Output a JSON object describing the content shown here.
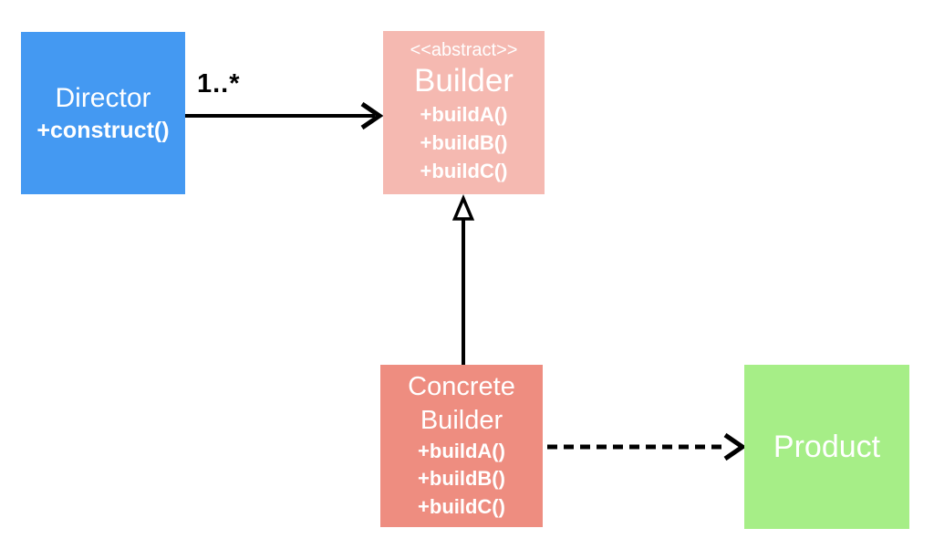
{
  "diagram": {
    "colors": {
      "director": "#4499f2",
      "builder": "#f5b9b1",
      "concrete_builder": "#ee8d80",
      "product": "#a6ee87",
      "text": "#ffffff",
      "line": "#000000"
    },
    "nodes": {
      "director": {
        "name": "Director",
        "methods": [
          "+construct()"
        ]
      },
      "builder": {
        "stereotype": "<<abstract>>",
        "name": "Builder",
        "methods": [
          "+buildA()",
          "+buildB()",
          "+buildC()"
        ]
      },
      "concrete_builder": {
        "name": "Concrete\nBuilder",
        "methods": [
          "+buildA()",
          "+buildB()",
          "+buildC()"
        ]
      },
      "product": {
        "name": "Product"
      }
    },
    "edges": {
      "director_to_builder": {
        "label": "1..*"
      }
    }
  }
}
